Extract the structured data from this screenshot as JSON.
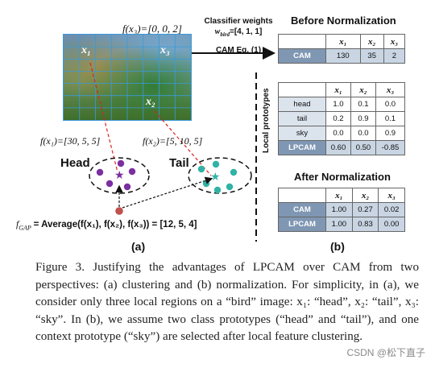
{
  "panel_a": {
    "f_x3": "f(x₃)=[0, 0, 2]",
    "x1": "x₁",
    "x2": "x₂",
    "x3": "x₃",
    "f_x1": "f(x₁)=[30, 5, 5]",
    "f_x2": "f(x₂)=[5, 10, 5]",
    "head_label": "Head",
    "tail_label": "Tail",
    "f_gap_prefix": "f",
    "f_gap_sub": "GAP",
    "f_gap_text": "= Average(f(x₁), f(x₂), f(x₃)) = [12, 5, 4]",
    "label": "(a)"
  },
  "classifier": {
    "line1": "Classifier weights",
    "line2_prefix": "w",
    "line2_sub": "bird",
    "line2_value": "=[4, 1, 1]",
    "line3": "CAM Eq. (1)"
  },
  "panel_b": {
    "before_title": "Before Normalization",
    "after_title": "After Normalization",
    "local_prototypes_label": "Local prototypes",
    "col_headers": [
      "x₁",
      "x₂",
      "x₃"
    ],
    "before_table": {
      "rows": [
        {
          "label": "CAM",
          "values": [
            "130",
            "35",
            "2"
          ]
        }
      ]
    },
    "prototypes_table": {
      "rows": [
        {
          "label": "head",
          "values": [
            "1.0",
            "0.1",
            "0.0"
          ]
        },
        {
          "label": "tail",
          "values": [
            "0.2",
            "0.9",
            "0.1"
          ]
        },
        {
          "label": "sky",
          "values": [
            "0.0",
            "0.0",
            "0.9"
          ]
        },
        {
          "label": "LPCAM",
          "values": [
            "0.60",
            "0.50",
            "-0.85"
          ]
        }
      ]
    },
    "after_table": {
      "rows": [
        {
          "label": "CAM",
          "values": [
            "1.00",
            "0.27",
            "0.02"
          ]
        },
        {
          "label": "LPCAM",
          "values": [
            "1.00",
            "0.83",
            "0.00"
          ]
        }
      ]
    },
    "label": "(b)"
  },
  "caption": {
    "text": "Figure 3. Justifying the advantages of LPCAM over CAM from two perspectives: (a) clustering and (b) normalization. For simplicity, in (a), we consider only three local regions on a “bird” image: x₁: “head”, x₂: “tail”, x₃: “sky”. In (b), we assume two class prototypes (“head” and “tail”), and one context prototype (“sky”) are selected after local feature clustering."
  },
  "watermark": "CSDN @松下直子",
  "colors": {
    "head_cluster": "#7b2fa0",
    "tail_cluster": "#2fb3a5",
    "gap_point": "#c0504d",
    "arrow_red": "#e02020",
    "grid": "#3a9ad9",
    "table_dark": "#7f97b3",
    "table_light": "#dbe3ec"
  }
}
